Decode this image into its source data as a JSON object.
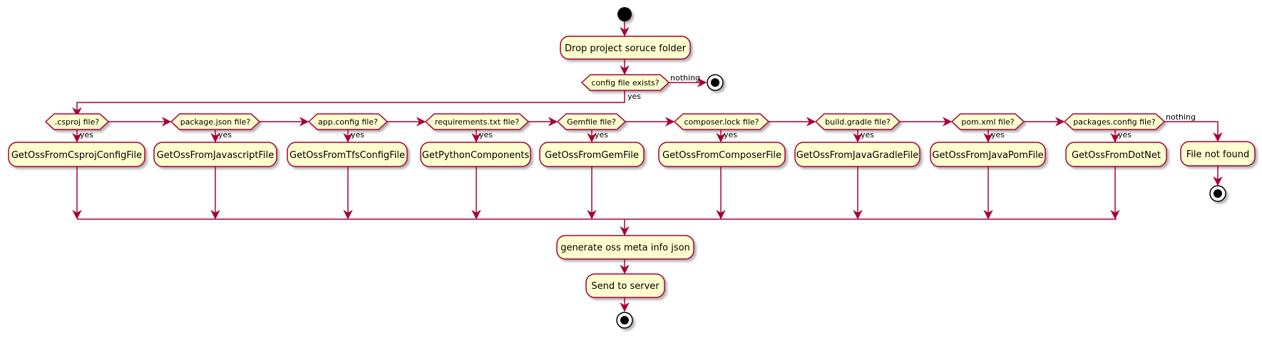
{
  "colors": {
    "node_fill": "#FEFECE",
    "stroke": "#A80036"
  },
  "diagram": {
    "start_activity": "Drop project soruce folder",
    "main_decision": "config file exists?",
    "main_no_label": "nothing",
    "main_yes_label": "yes",
    "branch_yes_label": "yes",
    "last_no_label": "nothing",
    "branches": [
      {
        "decision": ".csproj file?",
        "action": "GetOssFromCsprojConfigFile"
      },
      {
        "decision": "package.json file?",
        "action": "GetOssFromJavascriptFile"
      },
      {
        "decision": "app.config file?",
        "action": "GetOssFromTfsConfigFile"
      },
      {
        "decision": "requirements.txt file?",
        "action": "GetPythonComponents"
      },
      {
        "decision": "Gemfile file?",
        "action": "GetOssFromGemFile"
      },
      {
        "decision": "composer.lock file?",
        "action": "GetOssFromComposerFile"
      },
      {
        "decision": "build.gradle file?",
        "action": "GetOssFromJavaGradleFile"
      },
      {
        "decision": "pom.xml file?",
        "action": "GetOssFromJavaPomFile"
      },
      {
        "decision": "packages.config file?",
        "action": "GetOssFromDotNet"
      }
    ],
    "not_found_activity": "File not found",
    "merge_activities": [
      "generate oss meta info json",
      "Send to server"
    ]
  }
}
